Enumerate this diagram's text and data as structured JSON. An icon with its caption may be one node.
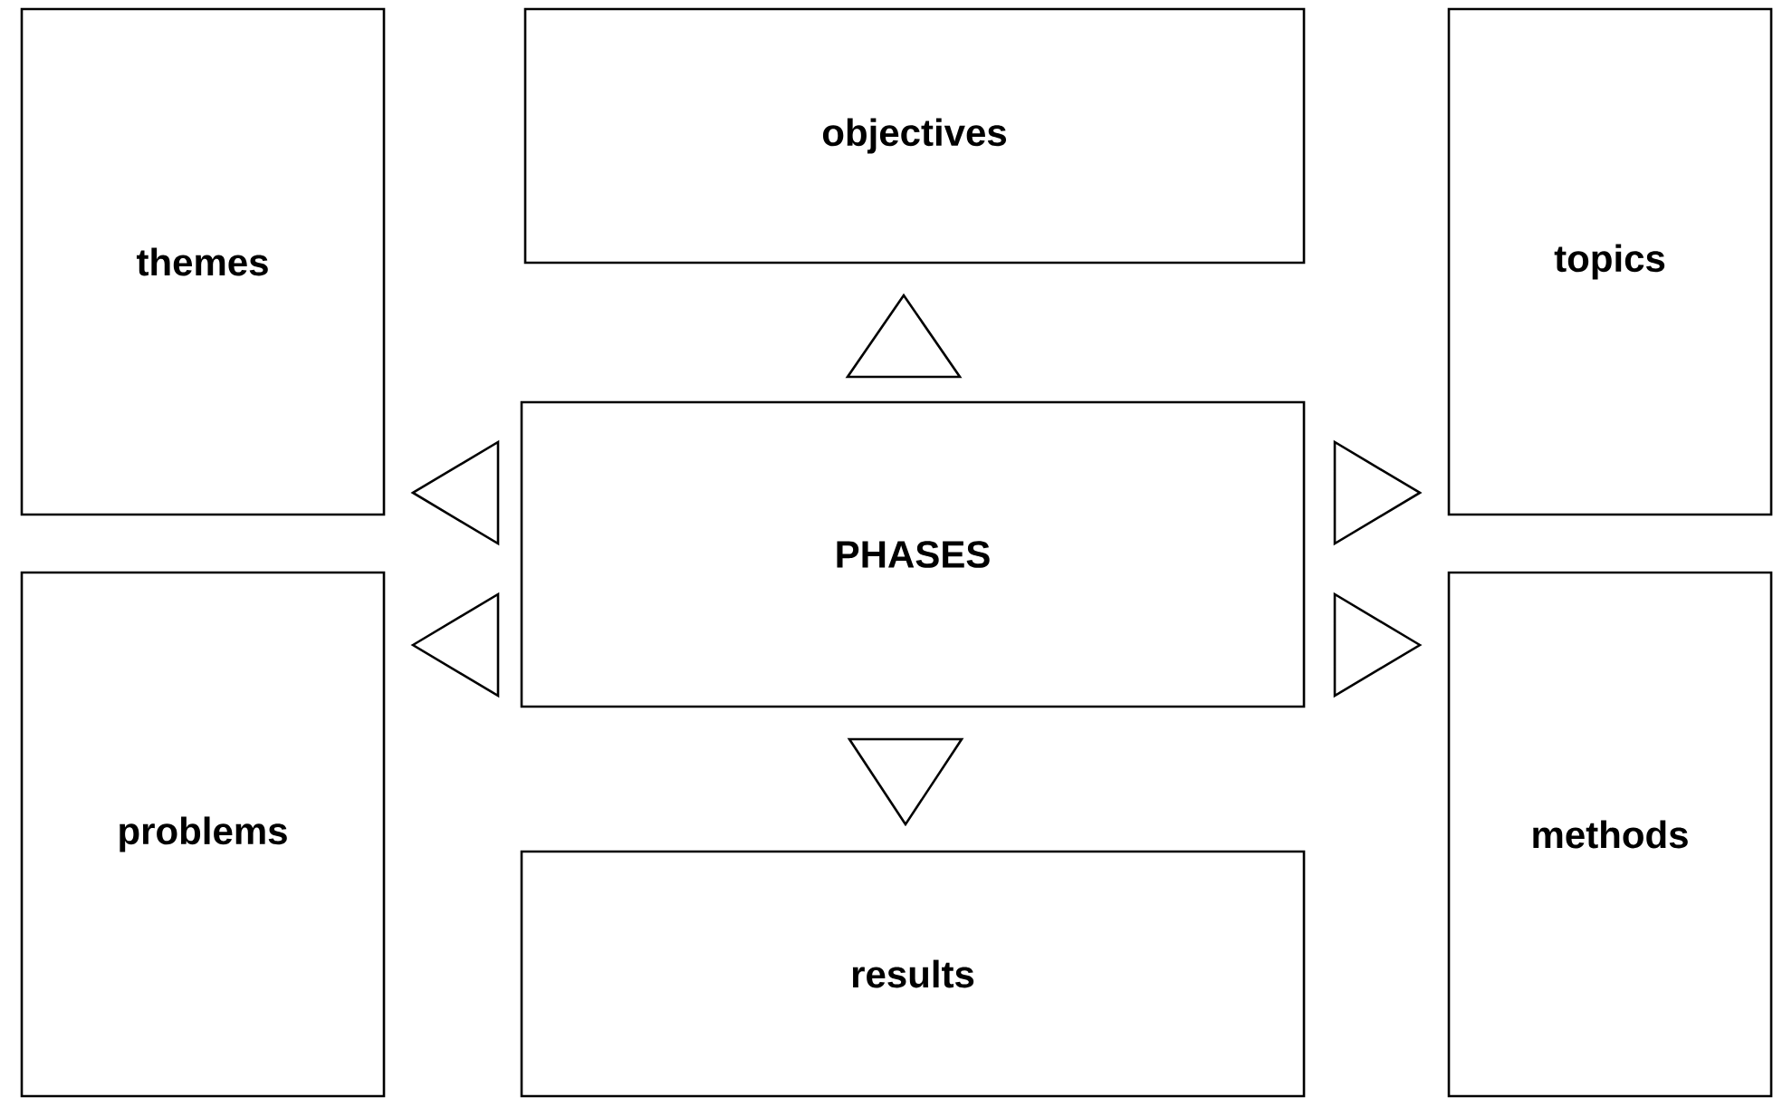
{
  "diagram": {
    "nodes": [
      {
        "text": [
          "themes"
        ]
      },
      {
        "text": [
          "objectives"
        ]
      },
      {
        "text": [
          "topics"
        ]
      },
      {
        "text": [
          "PHASES"
        ]
      },
      {
        "text": [
          "problems"
        ]
      },
      {
        "text": [
          "methods"
        ]
      },
      {
        "text": [
          "results"
        ]
      }
    ],
    "edges": [
      {
        "from": 3,
        "to": 1,
        "arrow": "to"
      },
      {
        "from": 3,
        "to": 0,
        "arrow": "to"
      },
      {
        "from": 3,
        "to": 4,
        "arrow": "to"
      },
      {
        "from": 3,
        "to": 2,
        "arrow": "to"
      },
      {
        "from": 3,
        "to": 5,
        "arrow": "to"
      },
      {
        "from": 3,
        "to": 6,
        "arrow": "to"
      }
    ]
  }
}
